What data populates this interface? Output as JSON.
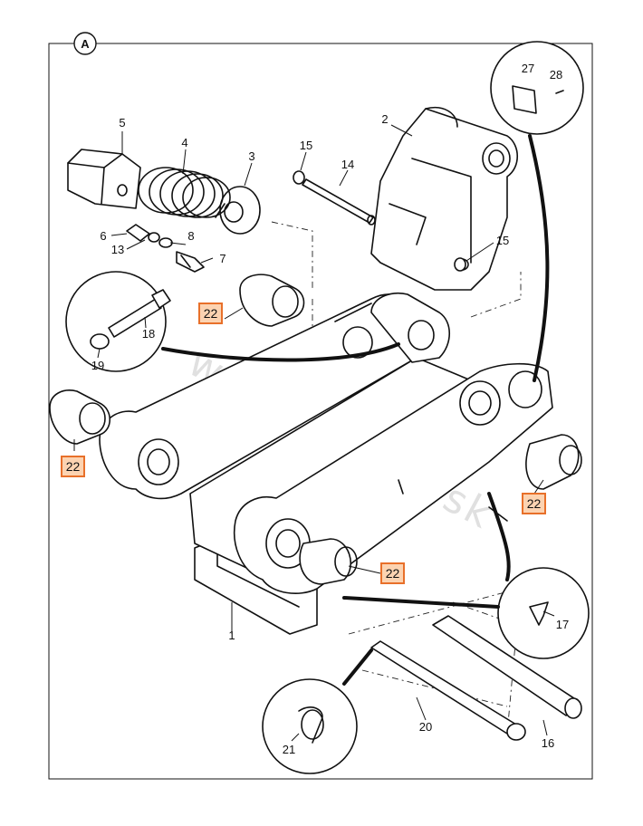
{
  "view_letter": "A",
  "watermark": "www.hydrob.sk",
  "colors": {
    "highlight_fill": "#fcd3b1",
    "highlight_stroke": "#e8702a",
    "line": "#111111"
  },
  "labels": {
    "p1": "1",
    "p2": "2",
    "p3": "3",
    "p4": "4",
    "p5": "5",
    "p6": "6",
    "p7": "7",
    "p8": "8",
    "p13": "13",
    "p14": "14",
    "p15a": "15",
    "p15b": "15",
    "p16": "16",
    "p17": "17",
    "p18": "18",
    "p19": "19",
    "p20": "20",
    "p21": "21",
    "p27": "27",
    "p28": "28",
    "p22a": "22",
    "p22b": "22",
    "p22c": "22",
    "p22d": "22"
  }
}
